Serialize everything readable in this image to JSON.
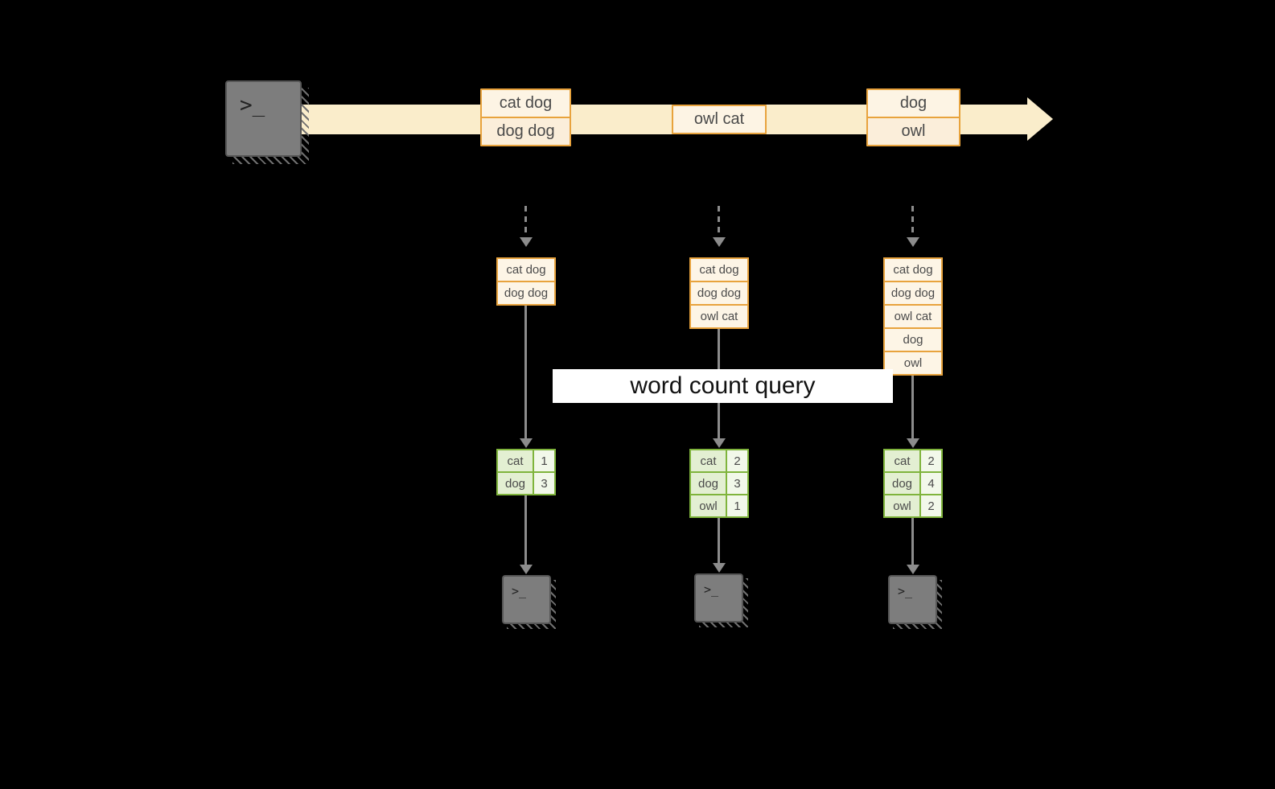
{
  "colors": {
    "background": "#000000",
    "stream_band": "#FAEDCB",
    "record_border": "#E8A33D",
    "record_fill": "#FBEEDA",
    "record_fill_light": "#FDF4E4",
    "result_border": "#7FB43C",
    "result_word_fill": "#E3EFD2",
    "result_count_fill": "#F2F8EA",
    "arrow": "#8C8C8C",
    "terminal_fill": "#7D7D7D",
    "query_banner_bg": "#FFFFFF",
    "query_text": "#121212"
  },
  "icons": {
    "terminal_prompt": ">_"
  },
  "query": {
    "label": "word count query"
  },
  "stream": {
    "batches": [
      {
        "rows": [
          "cat dog",
          "dog dog"
        ]
      },
      {
        "rows": [
          "owl cat"
        ]
      },
      {
        "rows": [
          "dog",
          "owl"
        ]
      }
    ]
  },
  "snapshots": [
    {
      "input_rows": [
        "cat dog",
        "dog dog"
      ],
      "result": [
        {
          "word": "cat",
          "count": "1"
        },
        {
          "word": "dog",
          "count": "3"
        }
      ]
    },
    {
      "input_rows": [
        "cat dog",
        "dog dog",
        "owl cat"
      ],
      "result": [
        {
          "word": "cat",
          "count": "2"
        },
        {
          "word": "dog",
          "count": "3"
        },
        {
          "word": "owl",
          "count": "1"
        }
      ]
    },
    {
      "input_rows": [
        "cat dog",
        "dog dog",
        "owl cat",
        "dog",
        "owl"
      ],
      "result": [
        {
          "word": "cat",
          "count": "2"
        },
        {
          "word": "dog",
          "count": "4"
        },
        {
          "word": "owl",
          "count": "2"
        }
      ]
    }
  ]
}
